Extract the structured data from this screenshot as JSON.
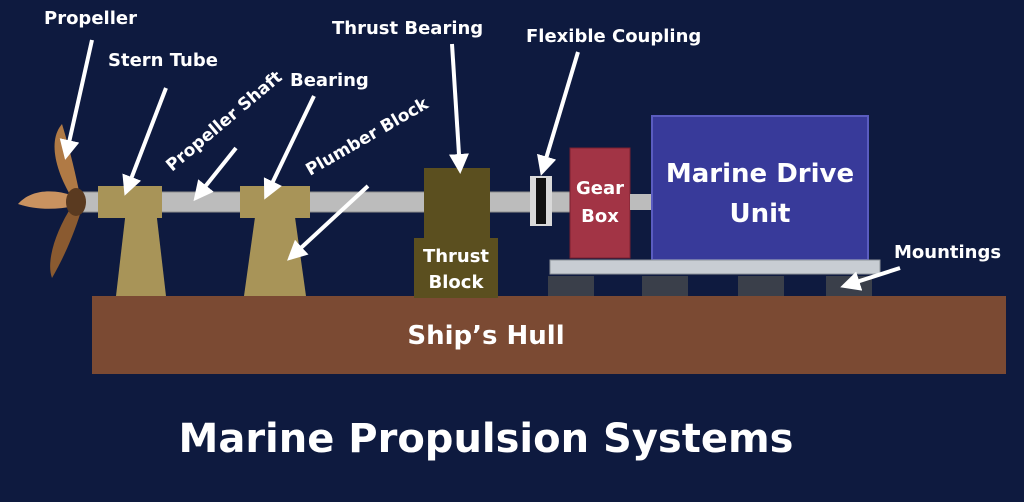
{
  "title": "Marine Propulsion Systems",
  "hull_label": "Ship’s Hull",
  "drive_unit_lines": [
    "Marine Drive",
    "Unit"
  ],
  "gear_box_lines": [
    "Gear",
    "Box"
  ],
  "thrust_block_lines": [
    "Thrust",
    "Block"
  ],
  "callouts": {
    "propeller": "Propeller",
    "stern_tube": "Stern Tube",
    "propeller_shaft": "Propeller Shaft",
    "bearing": "Bearing",
    "plumber_block": "Plumber Block",
    "thrust_bearing": "Thrust Bearing",
    "flexible_coupling": "Flexible Coupling",
    "mountings": "Mountings"
  },
  "colors": {
    "background": "#0e1a3f",
    "hull": "#7b4a33",
    "support": "#a89458",
    "thrust_block": "#5b4f1f",
    "gear_box": "#a23445",
    "drive_unit": "#383a9a",
    "shaft": "#bcbcbc",
    "propeller": "#b07a45"
  }
}
